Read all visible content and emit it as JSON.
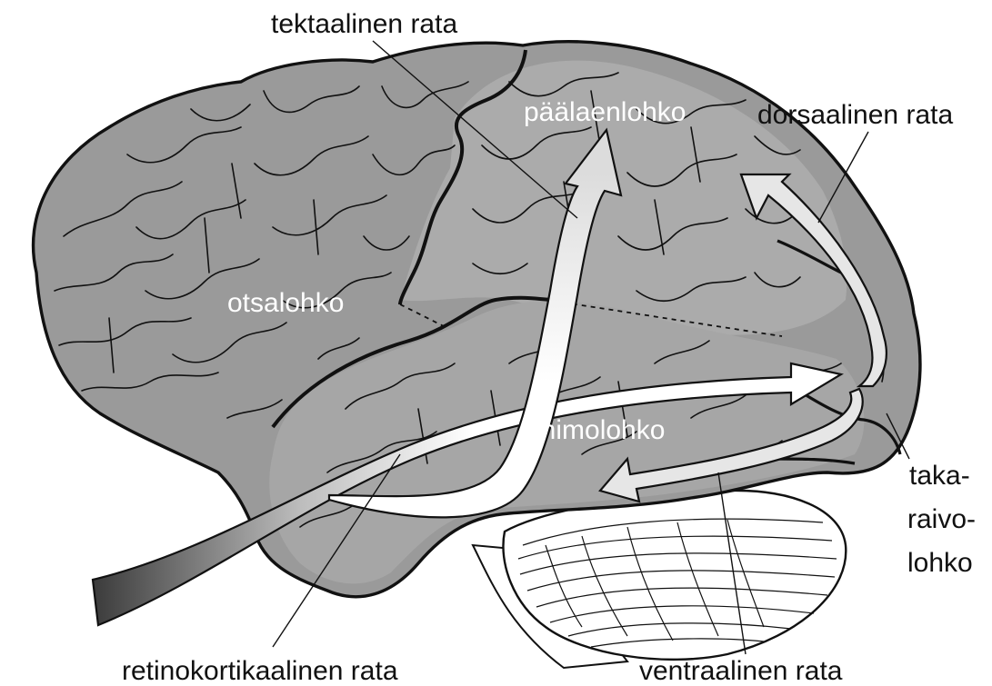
{
  "labels": {
    "tectal_pathway": "tektaalinen rata",
    "parietal_lobe": "päälaenlohko",
    "dorsal_pathway": "dorsaalinen rata",
    "frontal_lobe": "otsalohko",
    "temporal_lobe": "ohimolohko",
    "occipital_lobe_1": "taka-",
    "occipital_lobe_2": "raivo-",
    "occipital_lobe_3": "lohko",
    "retinocortical_pathway": "retinokortikaalinen rata",
    "ventral_pathway": "ventraalinen rata"
  },
  "colors": {
    "cortex": "#9a9a9a",
    "cortex_light": "#b0b0b0",
    "outline": "#111111",
    "arrow": "#ffffff",
    "arrow_dark": "#3a3a3a",
    "cerebellum": "#ffffff",
    "text_dark": "#111111",
    "text_light": "#ffffff"
  }
}
